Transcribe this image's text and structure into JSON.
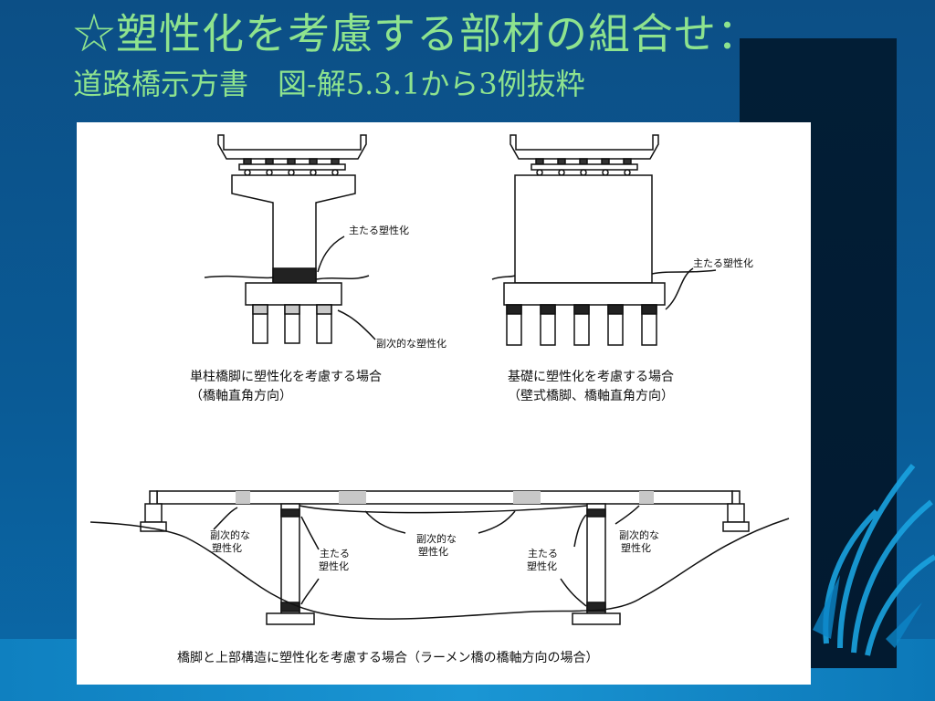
{
  "slide": {
    "title": "☆塑性化を考慮する部材の組合せ：",
    "subtitle": "道路橋示方書　図-解5.3.1から3例抜粋"
  },
  "figure": {
    "panel1": {
      "label_main": "主たる塑性化",
      "label_secondary": "副次的な塑性化",
      "caption_line1": "単柱橋脚に塑性化を考慮する場合",
      "caption_line2": "（橋軸直角方向）"
    },
    "panel2": {
      "label_main": "主たる塑性化",
      "caption_line1": "基礎に塑性化を考慮する場合",
      "caption_line2": "（壁式橋脚、橋軸直角方向）"
    },
    "panel3": {
      "label_secondary_left_1": "副次的な",
      "label_secondary_left_2": "塑性化",
      "label_main_left_1": "主たる",
      "label_main_left_2": "塑性化",
      "label_secondary_mid_1": "副次的な",
      "label_secondary_mid_2": "塑性化",
      "label_main_right_1": "主たる",
      "label_main_right_2": "塑性化",
      "label_secondary_right_1": "副次的な",
      "label_secondary_right_2": "塑性化",
      "caption": "橋脚と上部構造に塑性化を考慮する場合（ラーメン橋の橋軸方向の場合）"
    }
  },
  "colors": {
    "title_text": "#8ee38e",
    "background": "#0c4f86",
    "dark_panel": "#021e36",
    "hinge_main": "#222222",
    "hinge_secondary": "#c8c8c8"
  }
}
